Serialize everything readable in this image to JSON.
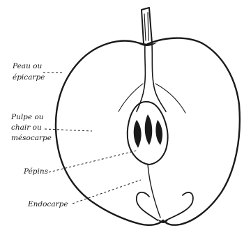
{
  "labels": {
    "epicarp_line1": "Peau ou",
    "epicarp_line2": "épicarpe",
    "mesocarp_line1": "Pulpe ou",
    "mesocarp_line2": "chair ou",
    "mesocarp_line3": "mésocarpe",
    "seeds": "Pépins",
    "endocarp": "Endocarpe"
  },
  "colors": {
    "ink": "#1a1a1a",
    "paper": "#ffffff"
  }
}
